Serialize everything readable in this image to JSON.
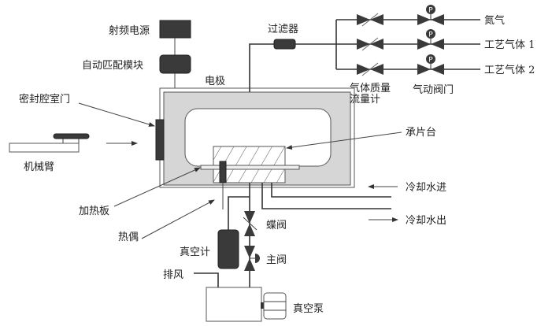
{
  "labels": {
    "rf_power": "射频电源",
    "auto_match": "自动匹配模块",
    "electrode": "电极",
    "chamber_door": "密封腔室门",
    "robot_arm": "机械臂",
    "filter": "过滤器",
    "nitrogen": "氮气",
    "process_gas_1": "工艺气体 1",
    "process_gas_2": "工艺气体 2",
    "mfc_line1": "气体质量",
    "mfc_line2": "流量计",
    "pneumatic_valve": "气动阀门",
    "wafer_stage": "承片台",
    "cooling_in": "冷却水进",
    "cooling_out": "冷却水出",
    "heater_plate": "加热板",
    "thermocouple": "热偶",
    "butterfly_valve": "蝶阀",
    "main_valve": "主阀",
    "vacuum_gauge": "真空计",
    "exhaust": "排风",
    "vacuum_pump": "真空泵",
    "p_symbol": "P"
  },
  "colors": {
    "dark_component": "#3a3a3a",
    "chamber_wall": "#d6d6d6"
  }
}
